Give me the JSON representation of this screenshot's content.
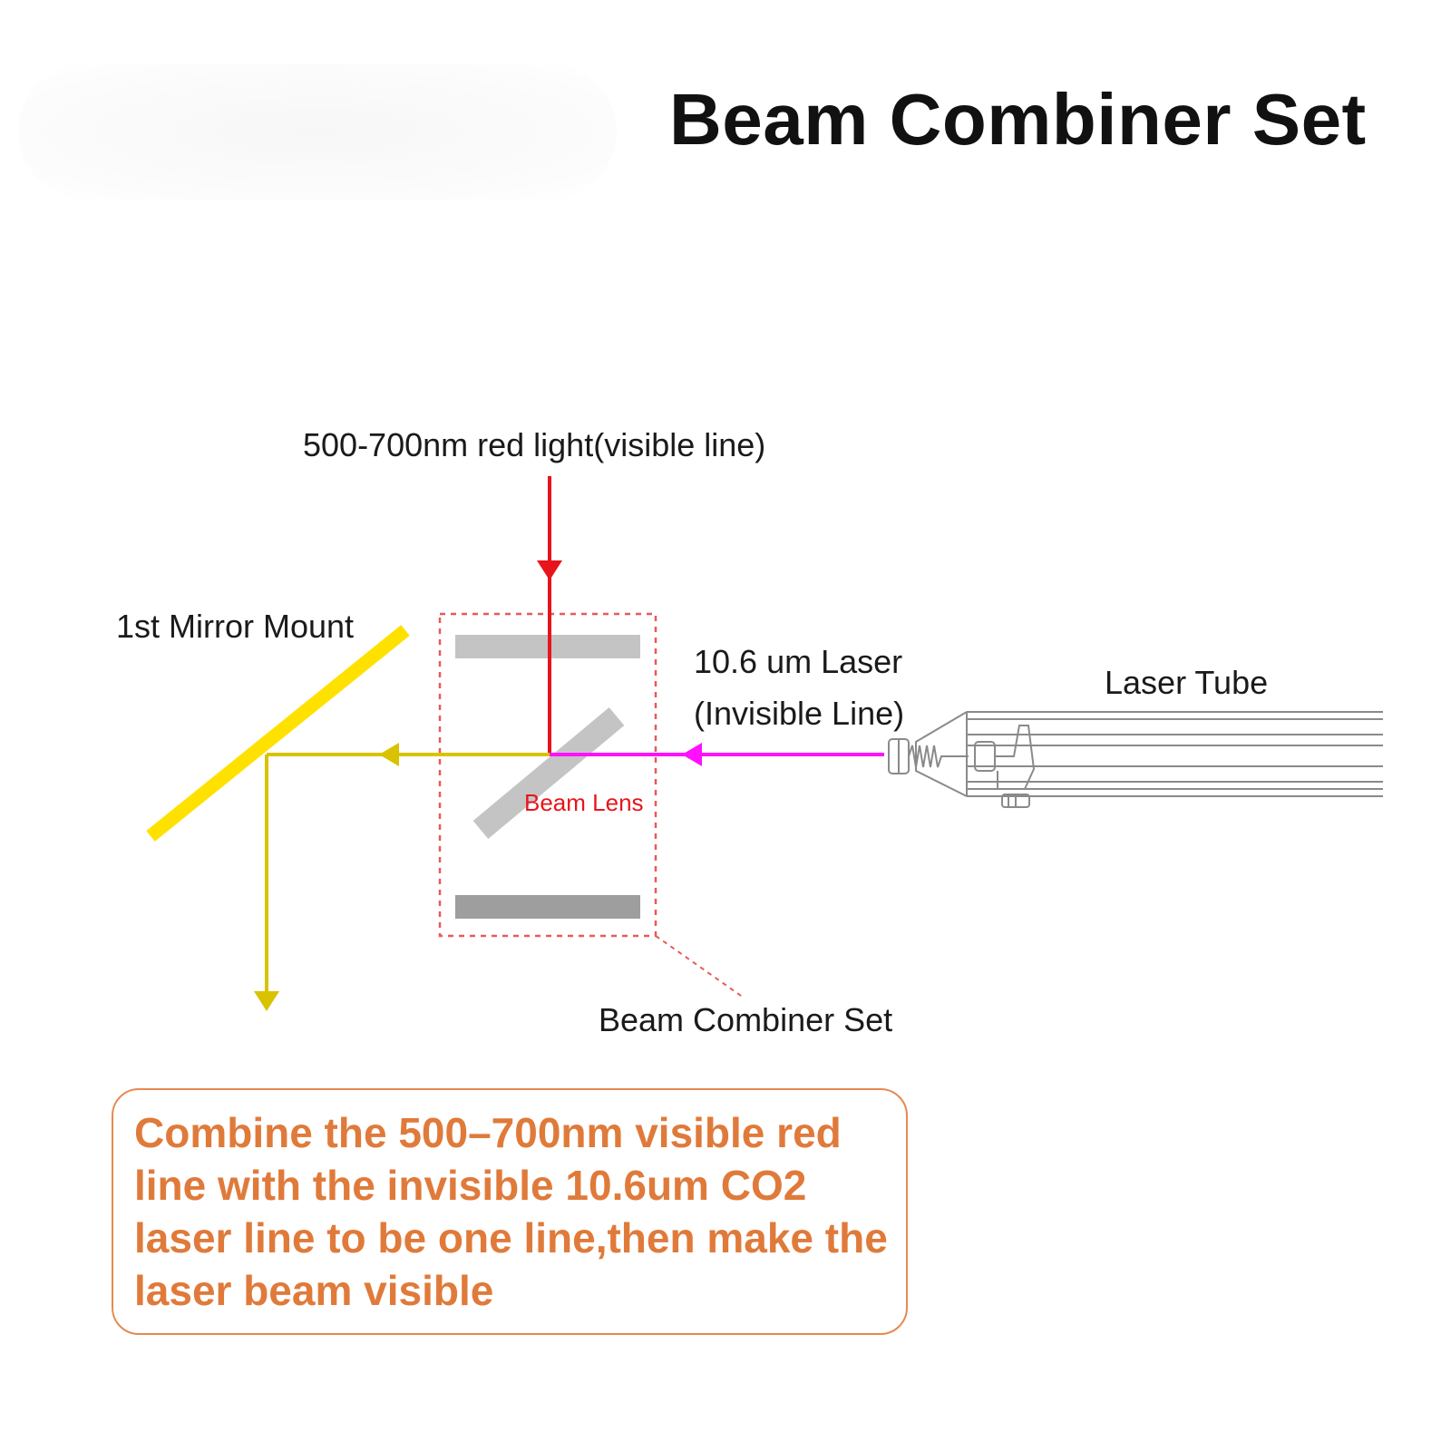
{
  "title": "Beam Combiner Set",
  "labels": {
    "red_light": "500-700nm red light(visible line)",
    "mirror_mount": "1st Mirror Mount",
    "laser_line1": "10.6 um Laser",
    "laser_line2": "(Invisible Line)",
    "laser_tube": "Laser Tube",
    "beam_lens": "Beam Lens",
    "combiner_set": "Beam Combiner Set"
  },
  "note": "Combine the 500–700nm visible red line with the invisible 10.6um CO2 laser line to be one line,then make the laser beam visible",
  "colors": {
    "red_beam": "#e8141c",
    "laser_beam": "#ff10ff",
    "combined_beam": "#d9c200",
    "mirror": "#ffe100",
    "plate": "#c4c4c4",
    "plate_dark": "#9e9e9e",
    "dashed_box": "#e85a5a",
    "lens_label": "#e8141c",
    "note_text": "#e07a3a",
    "note_border": "#e58a50",
    "tube_line": "#8a8a8a"
  }
}
